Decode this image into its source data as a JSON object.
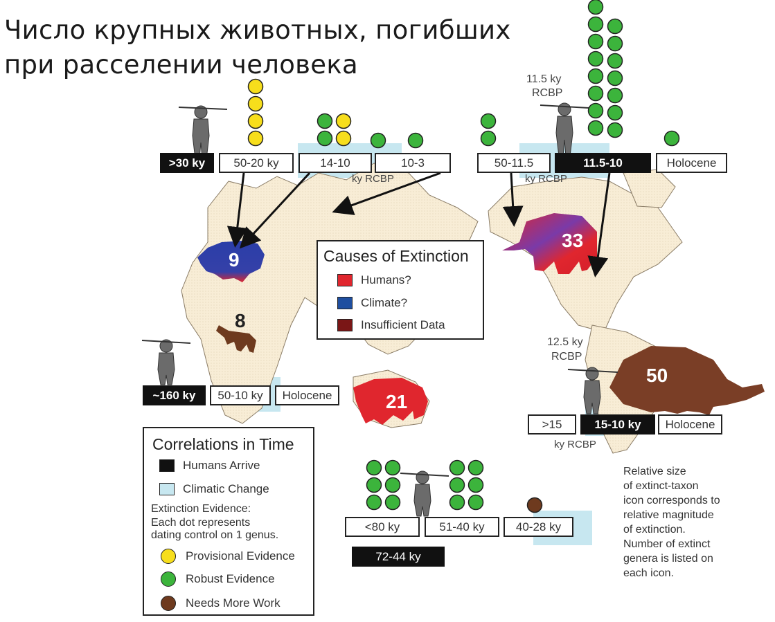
{
  "title_line1": "Число  крупных животных, погибших",
  "title_line2": "при расселении человека",
  "colors": {
    "provisional": "#f7de1c",
    "robust": "#3cb43c",
    "needs_work": "#6e3a1e",
    "humans": "#e0262e",
    "climate": "#1f4fa0",
    "insufficient": "#7a1616",
    "climatic_band": "#c7e7f0",
    "land": "#faf0dc"
  },
  "eurasia": {
    "boxes": [
      ">30 ky",
      "50-20 ky",
      "14-10",
      "10-3"
    ],
    "axis": "ky RCBP",
    "extinct_count": "9"
  },
  "north_america": {
    "boxes": [
      "50-11.5",
      "11.5-10",
      "Holocene"
    ],
    "axis": "ky RCBP",
    "arrival": "11.5 ky",
    "arrival_sub": "RCBP",
    "extinct_count": "33"
  },
  "africa": {
    "boxes": [
      "~160 ky",
      "50-10 ky",
      "Holocene"
    ],
    "extinct_count": "8"
  },
  "south_america": {
    "boxes": [
      ">15",
      "15-10 ky",
      "Holocene"
    ],
    "axis": "ky RCBP",
    "arrival": "12.5 ky",
    "arrival_sub": "RCBP",
    "extinct_count": "50"
  },
  "australia": {
    "boxes": [
      "<80 ky",
      "51-40 ky",
      "40-28 ky",
      "72-44 ky"
    ],
    "extinct_count": "21"
  },
  "causes_legend": {
    "title": "Causes of Extinction",
    "items": [
      "Humans?",
      "Climate?",
      "Insufficient Data"
    ]
  },
  "time_legend": {
    "title": "Correlations in Time",
    "humans_arrive": "Humans Arrive",
    "climatic_change": "Climatic Change",
    "evidence_title": "Extinction Evidence:",
    "evidence_line1": "Each dot represents",
    "evidence_line2": "dating control on 1 genus.",
    "provisional": "Provisional Evidence",
    "robust": "Robust Evidence",
    "needs_work": "Needs More Work"
  },
  "size_note": "Relative size\nof extinct-taxon\nicon corresponds to\nrelative magnitude\nof extinction.\nNumber of extinct\ngenera is listed on\neach icon."
}
